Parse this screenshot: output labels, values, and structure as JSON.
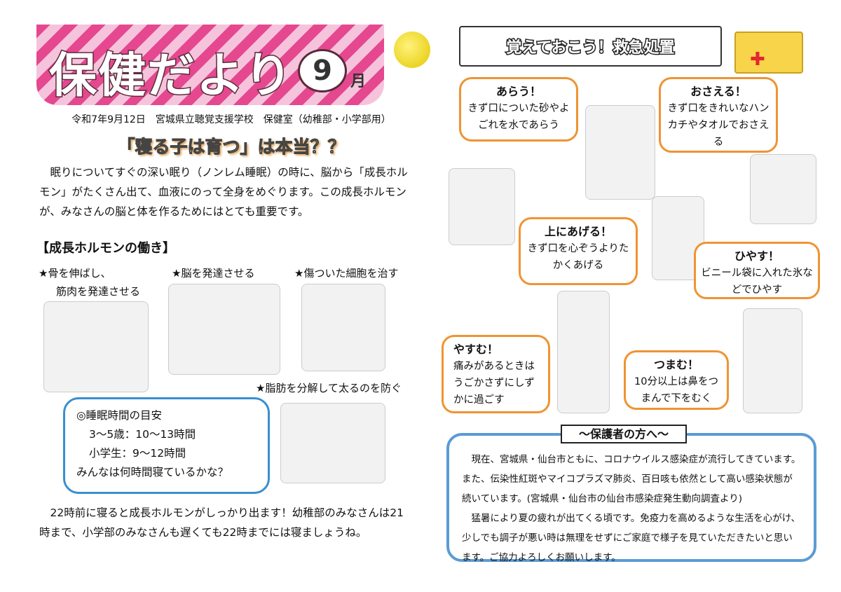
{
  "header": {
    "title": "保健だより",
    "month_number": "9",
    "month_kanji": "月",
    "date_line": "令和7年9月12日　宮城県立聴覚支援学校　保健室（幼稚部・小学部用）"
  },
  "headline": "「寝る子は育つ」は本当？？",
  "intro": "眠りについてすぐの深い眠り（ノンレム睡眠）の時に、脳から「成長ホルモン」がたくさん出て、血液にのって全身をめぐります。この成長ホルモンが、みなさんの脳と体を作るためにはとても重要です。",
  "section_title": "【成長ホルモンの働き】",
  "effects": [
    "★骨を伸ばし、",
    "筋肉を発達させる",
    "★脳を発達させる",
    "★傷ついた細胞を治す",
    "★脂肪を分解して太るのを防ぐ"
  ],
  "sleep_guide": {
    "title": "◎睡眠時間の目安",
    "lines": [
      "3～5歳：10～13時間",
      "小学生：9～12時間"
    ],
    "question": "みんなは何時間寝ているかな？"
  },
  "closing": "22時前に寝ると成長ホルモンがしっかり出ます！幼稚部のみなさんは21時まで、小学部のみなさんも遅くても22時までには寝ましょうね。",
  "first_aid": {
    "title": "覚えておこう！救急処置",
    "steps": [
      {
        "title": "あらう！",
        "text": "きず口についた砂やよごれを水であらう"
      },
      {
        "title": "おさえる！",
        "text": "きず口をきれいなハンカチやタオルでおさえる"
      },
      {
        "title": "上にあげる！",
        "text": "きず口を心ぞうよりたかくあげる"
      },
      {
        "title": "ひやす！",
        "text": "ビニール袋に入れた氷などでひやす"
      },
      {
        "title": "やすむ！",
        "text": "痛みがあるときはうごかさずにしずかに過ごす"
      },
      {
        "title": "つまむ！",
        "text": "10分以上は鼻をつまんで下をむく"
      }
    ]
  },
  "guardians": {
    "title": "～保護者の方へ～",
    "p1": "現在、宮城県・仙台市ともに、コロナウイルス感染症が流行してきています。また、伝染性紅斑やマイコプラズマ肺炎、百日咳も依然として高い感染状態が続いています。(宮城県・仙台市の仙台市感染症発生動向調査より)",
    "p2": "猛暑により夏の疲れが出てくる頃です。免疫力を高めるような生活を心がけ、少しでも調子が悪い時は無理をせずにご家庭で様子を見ていただきたいと思います。ご協力よろしくお願いします。"
  },
  "colors": {
    "pink": "#e5488f",
    "orange": "#ee9433",
    "blue": "#5b9bd5"
  }
}
